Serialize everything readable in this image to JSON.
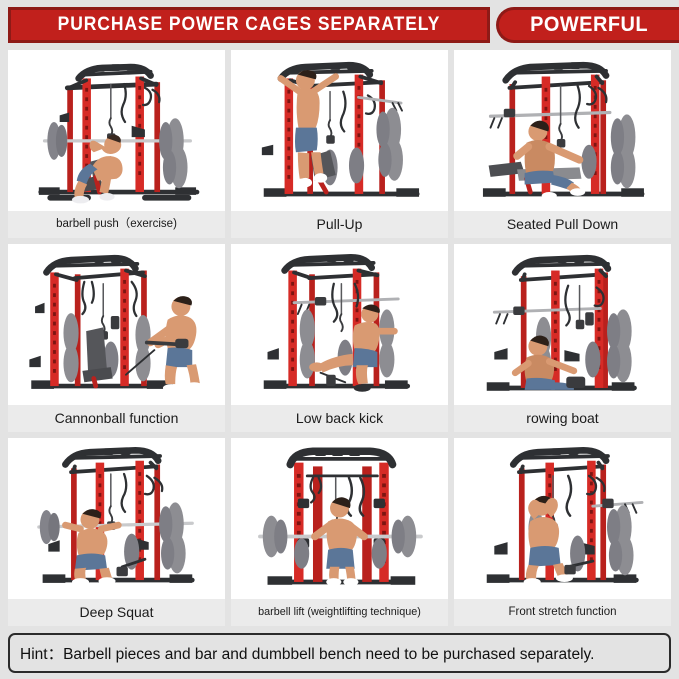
{
  "header": {
    "title": "PURCHASE POWER CAGES SEPARATELY",
    "badge": "POWERFUL",
    "colors": {
      "banner_outer": "#8e1a17",
      "banner_inner": "#c1201c",
      "banner_text": "#ffffff"
    }
  },
  "grid": {
    "columns": 3,
    "rows": 3,
    "cells": [
      {
        "caption": "barbell push（exercise)",
        "exercise": "barbell-push",
        "size": "sm"
      },
      {
        "caption": "Pull-Up",
        "exercise": "pull-up",
        "size": "md"
      },
      {
        "caption": "Seated Pull Down",
        "exercise": "seated-pull-down",
        "size": "md"
      },
      {
        "caption": "Cannonball function",
        "exercise": "cannonball-function",
        "size": "md"
      },
      {
        "caption": "Low back kick",
        "exercise": "low-back-kick",
        "size": "md"
      },
      {
        "caption": "rowing boat",
        "exercise": "rowing-boat",
        "size": "md"
      },
      {
        "caption": "Deep Squat",
        "exercise": "deep-squat",
        "size": "md"
      },
      {
        "caption": "barbell lift (weightlifting technique)",
        "exercise": "barbell-lift",
        "size": "xs"
      },
      {
        "caption": "Front stretch function",
        "exercise": "front-stretch-function",
        "size": "sm"
      }
    ]
  },
  "footer": {
    "hint": "Hint：Barbell pieces and bar and dumbbell bench need to be purchased separately."
  },
  "palette": {
    "page_background": "#e3e3e3",
    "cell_background": "#ffffff",
    "caption_background": "#ebebeb",
    "rack_red": "#d62b26",
    "rack_black": "#2e3033",
    "plate_gray": "#8d8d92",
    "skin": "#d99a72",
    "shorts_blue": "#5b7698"
  }
}
